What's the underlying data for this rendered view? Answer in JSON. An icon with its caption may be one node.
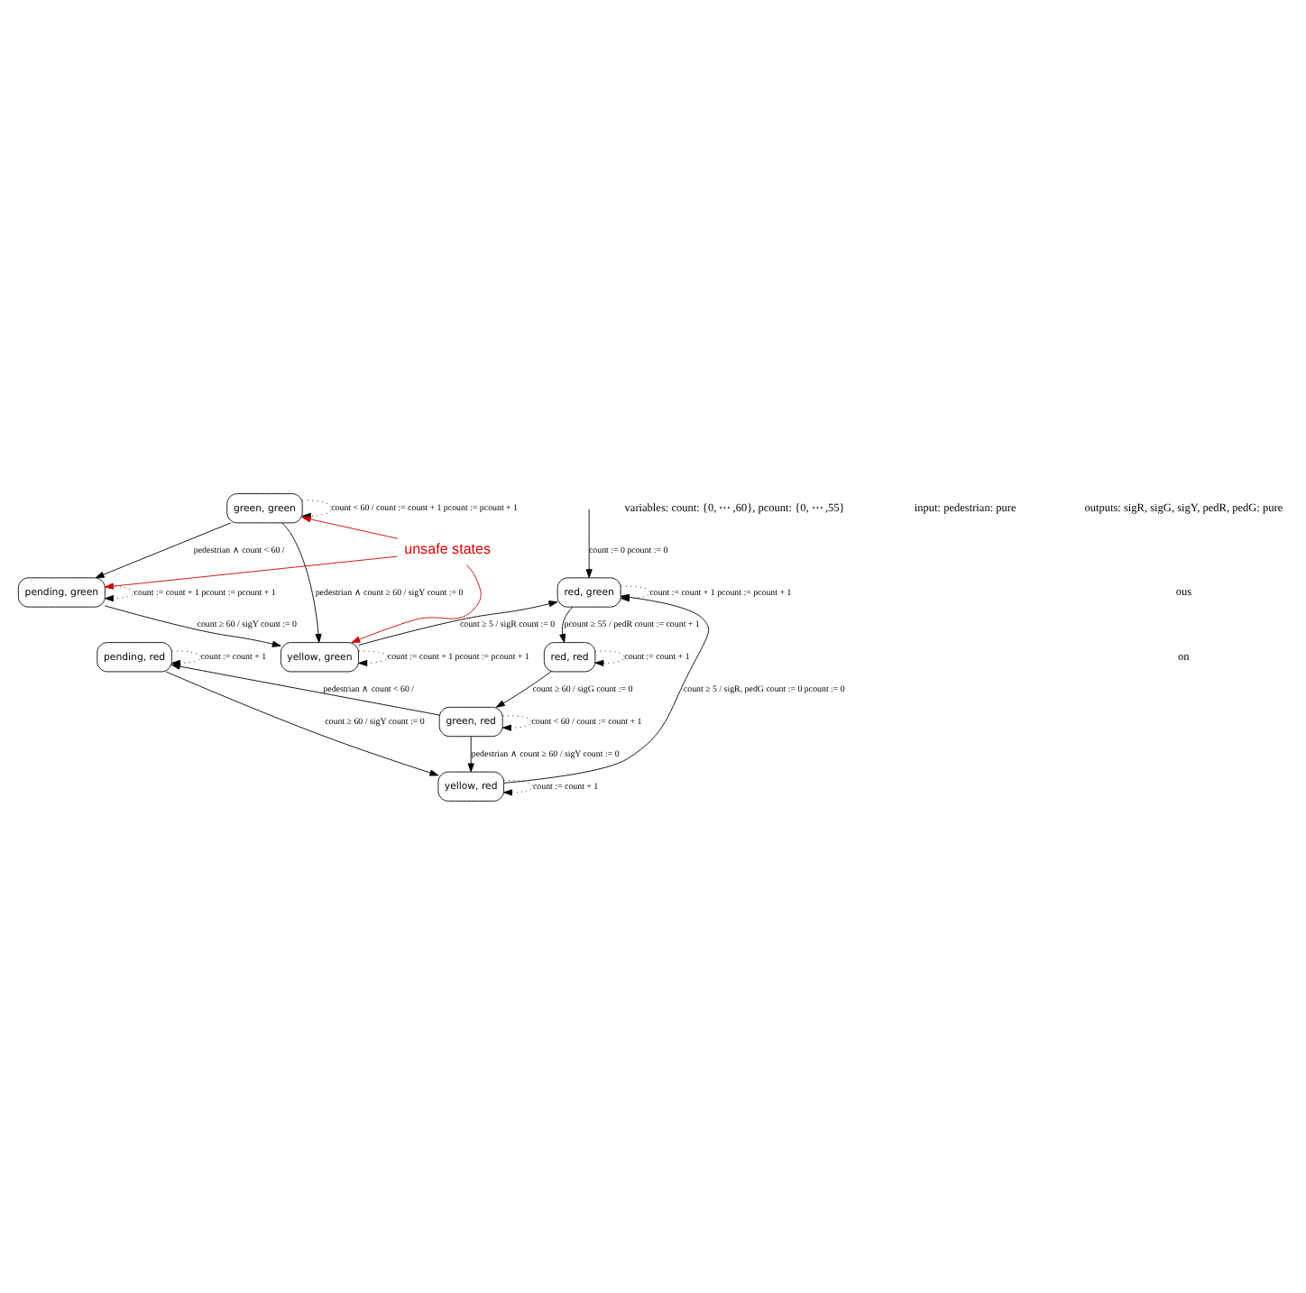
{
  "diagram": {
    "nodes": [
      {
        "text": [
          "red, green"
        ]
      },
      {
        "text": [
          "green, green"
        ]
      },
      {
        "text": [
          "pending, green"
        ]
      },
      {
        "text": [
          "yellow, green"
        ]
      },
      {
        "text": [
          "green, red"
        ]
      },
      {
        "text": [
          "red, red"
        ]
      },
      {
        "text": [
          "pending, red"
        ]
      },
      {
        "text": [
          "yellow, red"
        ]
      },
      {
        "text": [
          "unsafe states"
        ]
      }
    ],
    "edges": [
      {
        "from": null,
        "to": 0,
        "arrow": "to",
        "label": "count := 0 pcount := 0"
      },
      {
        "from": 0,
        "to": 0,
        "arrow": "to",
        "style": "dashed",
        "label": "count := count + 1 pcount := pcount + 1"
      },
      {
        "from": 1,
        "to": 1,
        "arrow": "to",
        "style": "dashed",
        "label": "count < 60 / count := count + 1 pcount := pcount + 1"
      },
      {
        "from": 1,
        "to": 2,
        "arrow": "to",
        "label": "pedestrian ∧ count < 60 /"
      },
      {
        "from": 1,
        "to": 3,
        "arrow": "to",
        "label": "pedestrian ∧ count ≥ 60 / sigY count := 0"
      },
      {
        "from": 2,
        "to": 2,
        "arrow": "to",
        "style": "dashed",
        "label": "count := count + 1 pcount := pcount + 1"
      },
      {
        "from": 2,
        "to": 3,
        "arrow": "to",
        "label": "count ≥ 60 / sigY count := 0"
      },
      {
        "from": 3,
        "to": 3,
        "arrow": "to",
        "style": "dashed",
        "label": "count := count + 1 pcount := pcount + 1"
      },
      {
        "from": 3,
        "to": 0,
        "arrow": "to",
        "label": "count ≥ 5 / sigR count := 0"
      },
      {
        "from": 0,
        "to": 5,
        "arrow": "to",
        "label": "pcount ≥ 55 / pedR count := count + 1"
      },
      {
        "from": 7,
        "to": 0,
        "arrow": "to",
        "label": "count ≥ 5 / sigR, pedG count := 0 pcount := 0"
      },
      {
        "from": 4,
        "to": 4,
        "arrow": "to",
        "style": "dashed",
        "label": "count < 60 / count := count + 1"
      },
      {
        "from": 5,
        "to": 4,
        "arrow": "to",
        "label": "count ≥ 60 / sigG count := 0"
      },
      {
        "from": 5,
        "to": 5,
        "arrow": "to",
        "style": "dashed",
        "label": "count := count + 1"
      },
      {
        "from": 4,
        "to": 6,
        "arrow": "to",
        "label": "pedestrian ∧ count < 60 /"
      },
      {
        "from": 4,
        "to": 7,
        "arrow": "to",
        "label": "pedestrian ∧ count ≥ 60 / sigY count := 0"
      },
      {
        "from": 6,
        "to": 6,
        "arrow": "to",
        "style": "dashed",
        "label": "count := count + 1"
      },
      {
        "from": 6,
        "to": 7,
        "arrow": "to",
        "label": "count ≥ 60 / sigY count := 0"
      },
      {
        "from": 7,
        "to": 7,
        "arrow": "to",
        "style": "dashed",
        "label": "count := count + 1"
      },
      {
        "from": 8,
        "to": 1,
        "arrow": "to",
        "color": "#cc0000"
      },
      {
        "from": 8,
        "to": 2,
        "arrow": "to",
        "color": "#cc0000"
      },
      {
        "from": 8,
        "to": 3,
        "arrow": "to",
        "color": "#cc0000"
      }
    ],
    "labels": [
      "variables: count: {0, ⋯ ,60}, pcount: {0, ⋯ ,55}",
      "input: pedestrian: pure",
      "outputs: sigR, sigG, sigY, pedR, pedG: pure",
      "ous",
      "on"
    ]
  }
}
